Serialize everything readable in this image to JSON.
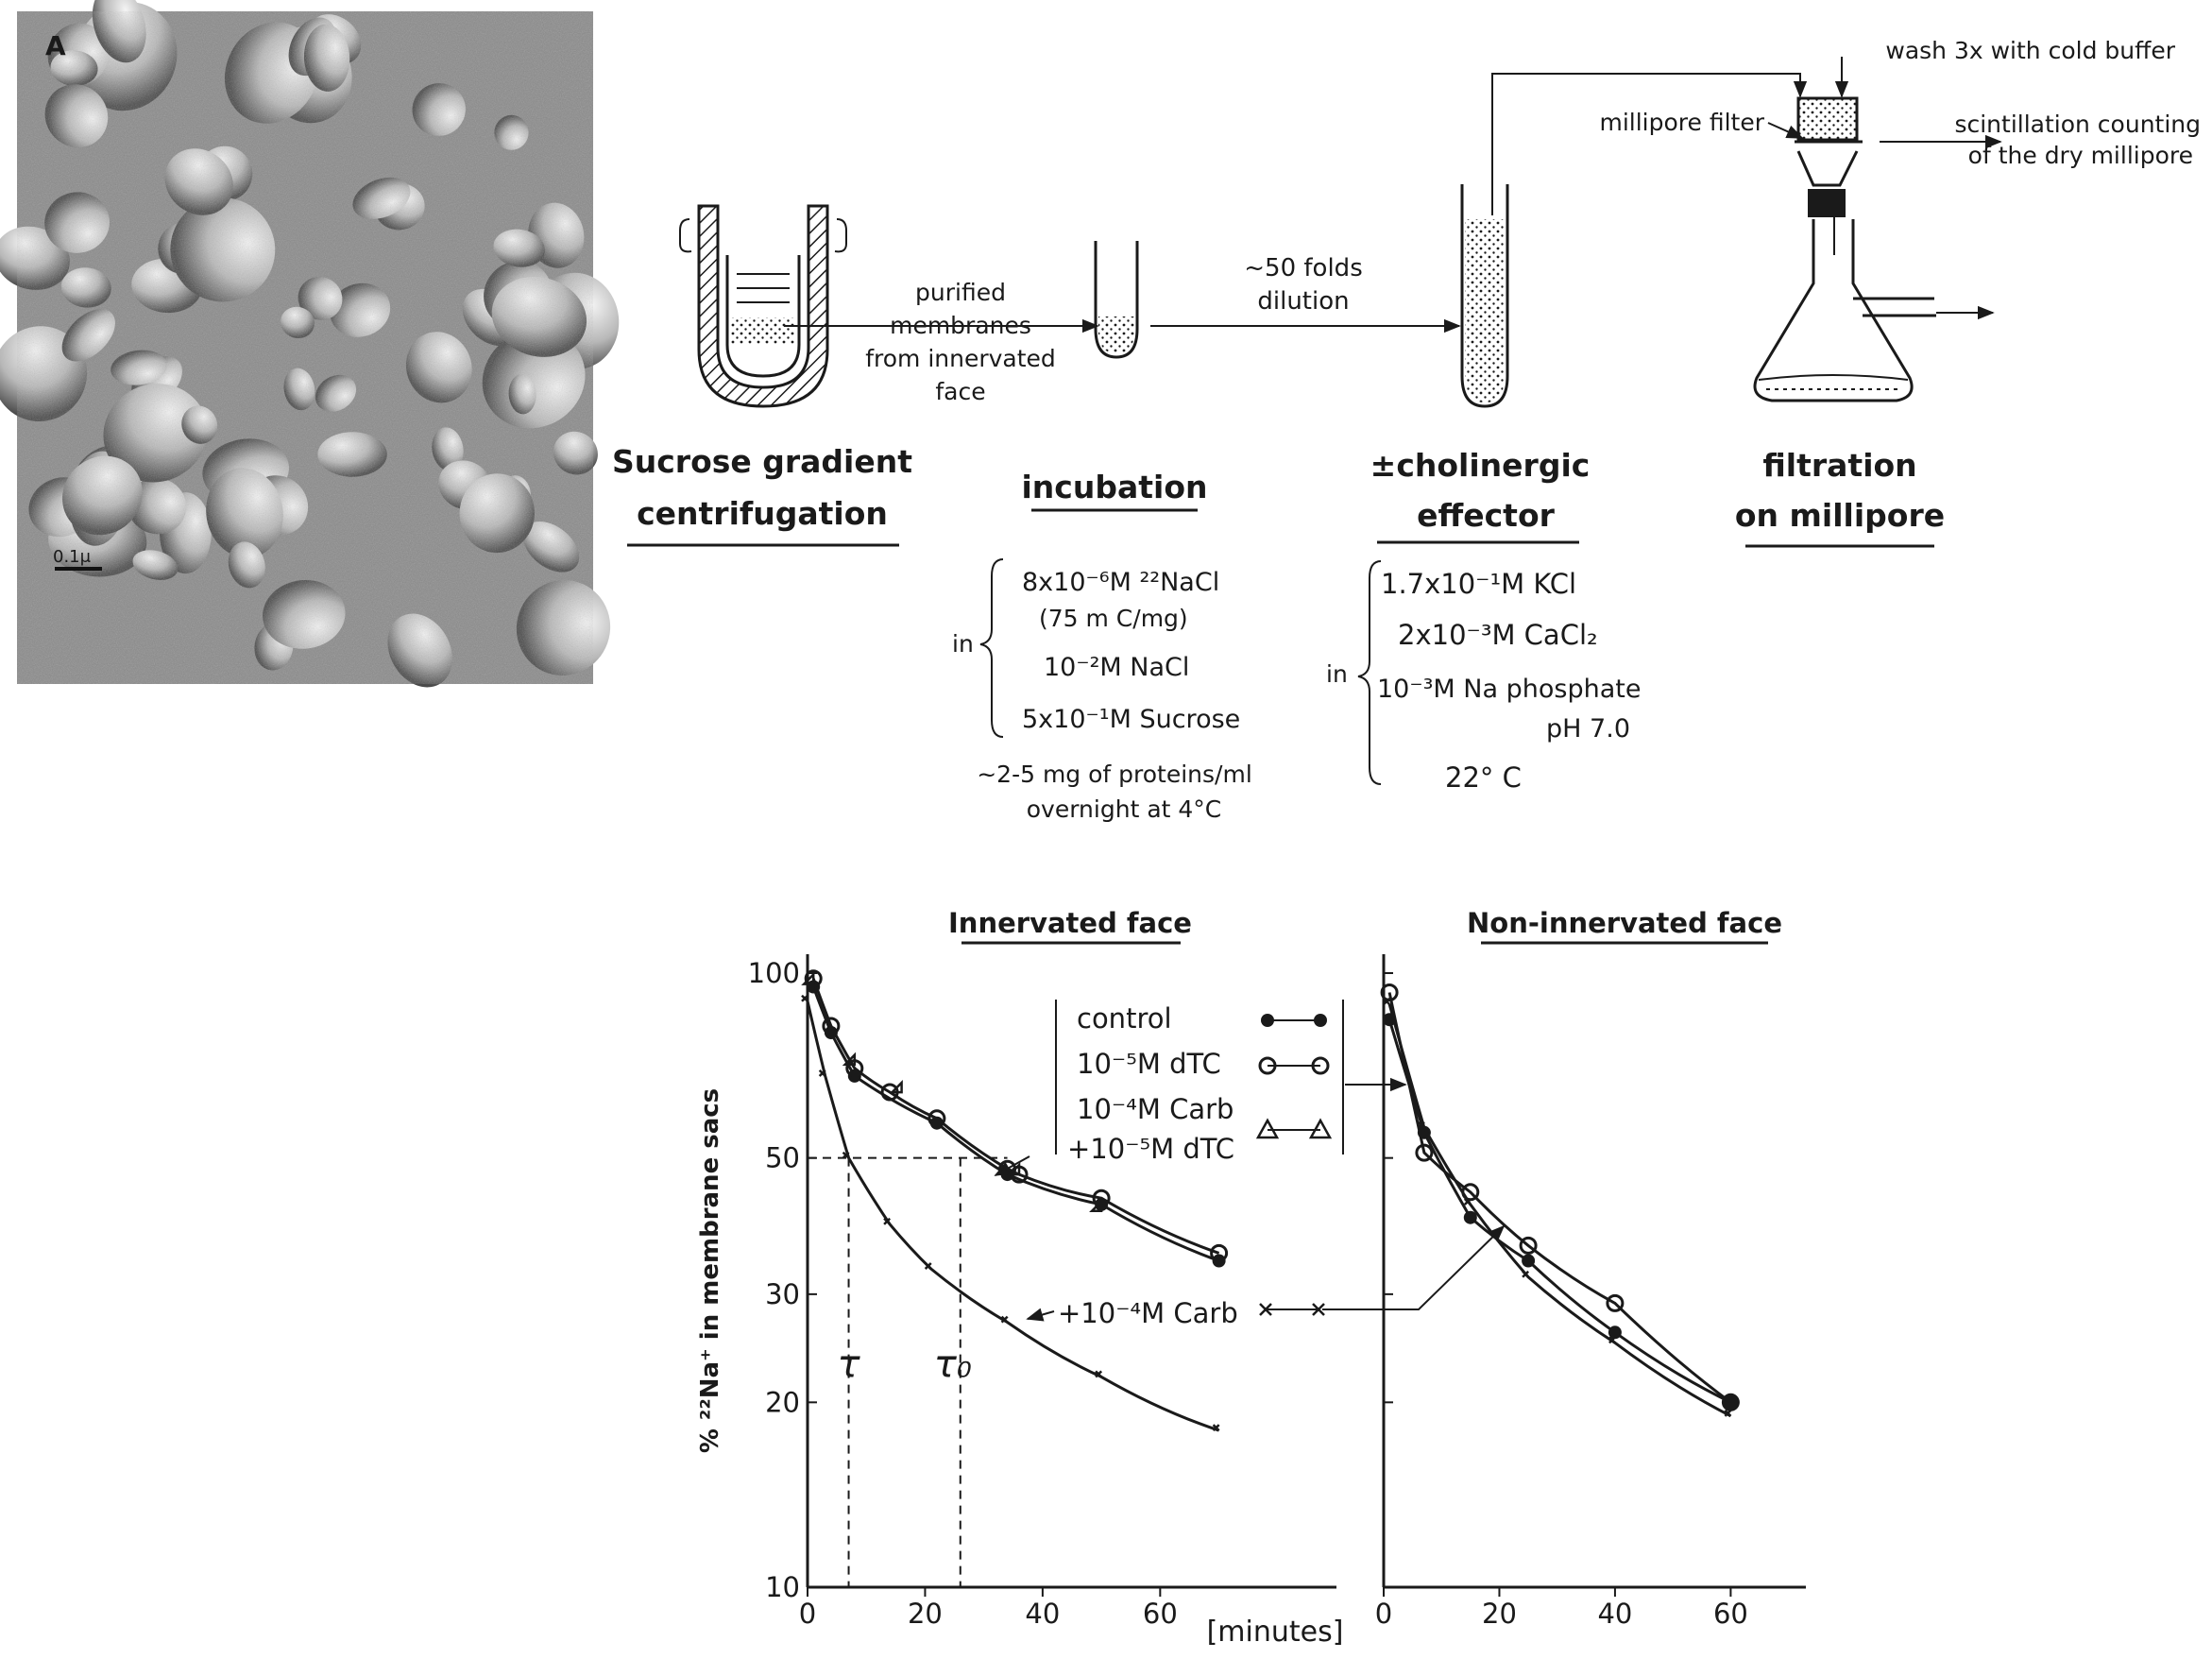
{
  "micrograph": {
    "panel_letter": "A",
    "scale_label": "0.1μ"
  },
  "steps": {
    "centrifugation": {
      "title_l1": "Sucrose gradient",
      "title_l2": "centrifugation"
    },
    "membranes_l1": "purified",
    "membranes_l2": "membranes",
    "membranes_l3": "from innervated",
    "membranes_l4": "face",
    "dilution_l1": "~50 folds",
    "dilution_l2": "dilution",
    "incubation": {
      "title": "incubation",
      "in": "in",
      "c1": "8x10⁻⁶M ²²NaCl",
      "c1b": "(75 m C/mg)",
      "c2": "10⁻²M    NaCl",
      "c3": "5x10⁻¹M  Sucrose",
      "note1": "~2-5 mg of proteins/ml",
      "note2": "overnight at 4°C"
    },
    "effector": {
      "title_l1": "±cholinergic",
      "title_l2": "effector",
      "in": "in",
      "c1": "1.7x10⁻¹M KCl",
      "c2": "2x10⁻³M CaCl₂",
      "c3": "10⁻³M Na phosphate",
      "c3b": "pH 7.0",
      "c4": "22° C"
    },
    "filtration": {
      "title_l1": "filtration",
      "title_l2": "on millipore",
      "wash": "wash 3x with cold buffer",
      "filter": "millipore filter",
      "count_l1": "scintillation counting",
      "count_l2": "of the dry millipore"
    }
  },
  "chart_data": [
    {
      "type": "line",
      "title": "Innervated face",
      "xlabel": "[minutes]",
      "ylabel": "% ²²Na⁺ in membrane sacs",
      "y_scale": "log",
      "ylim": [
        10,
        100
      ],
      "xlim": [
        0,
        90
      ],
      "xticks": [
        "0",
        "20",
        "40",
        "60"
      ],
      "yticks": [
        "10",
        "20",
        "30",
        "50",
        "100"
      ],
      "series": [
        {
          "name": "control",
          "marker": "filled-circle",
          "x": [
            1,
            4,
            8,
            22,
            34,
            50,
            70
          ],
          "y": [
            95,
            80,
            68,
            57,
            47,
            42,
            34
          ]
        },
        {
          "name": "10⁻⁵M dTC",
          "marker": "open-circle",
          "x": [
            1,
            4,
            8,
            14,
            22,
            34,
            36,
            50,
            70
          ],
          "y": [
            98,
            82,
            70,
            64,
            58,
            48,
            47,
            43,
            35
          ]
        },
        {
          "name": "10⁻⁴M Carb +10⁻⁵M dTC",
          "marker": "triangle",
          "x": [
            1,
            8,
            16,
            36,
            50
          ],
          "y": [
            96,
            71,
            64,
            47,
            41
          ]
        },
        {
          "name": "+10⁻⁴M Carb",
          "marker": "cross",
          "x": [
            0,
            3,
            7,
            14,
            21,
            34,
            50,
            70
          ],
          "y": [
            90,
            68,
            50,
            39,
            33,
            27,
            22,
            18
          ]
        }
      ],
      "annotations": [
        "τ",
        "τ₀"
      ],
      "half_times": {
        "tau_min": 7,
        "tau0_min": 26
      }
    },
    {
      "type": "line",
      "title": "Non-innervated face",
      "xlabel": "[minutes]",
      "y_scale": "log",
      "ylim": [
        10,
        100
      ],
      "xlim": [
        0,
        73
      ],
      "xticks": [
        "0",
        "20",
        "40",
        "60"
      ],
      "series": [
        {
          "name": "control",
          "marker": "filled-circle",
          "x": [
            1,
            7,
            15,
            25,
            40,
            60
          ],
          "y": [
            84,
            55,
            40,
            34,
            26,
            20
          ]
        },
        {
          "name": "10⁻⁵M dTC",
          "marker": "open-circle",
          "x": [
            1,
            7,
            15,
            25,
            40,
            60
          ],
          "y": [
            93,
            51,
            44,
            36,
            29,
            20
          ]
        },
        {
          "name": "+10⁻⁴M Carb",
          "marker": "cross",
          "x": [
            1,
            7,
            15,
            25,
            40,
            60
          ],
          "y": [
            89,
            56,
            42,
            32,
            25,
            19
          ]
        }
      ]
    }
  ],
  "legend": {
    "control": "control",
    "dtc": "10⁻⁵M dTC",
    "carb_dtc_l1": "10⁻⁴M Carb",
    "carb_dtc_l2": "+10⁻⁵M dTC",
    "carb": "+10⁻⁴M Carb"
  }
}
